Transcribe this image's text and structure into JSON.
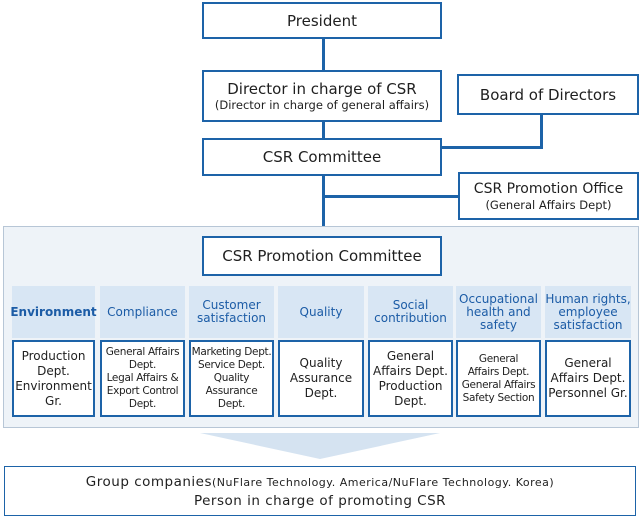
{
  "president": "President",
  "director": {
    "title": "Director in charge of CSR",
    "subtitle": "(Director in charge of general affairs)"
  },
  "board": "Board of Directors",
  "committee": "CSR Committee",
  "office": {
    "title": "CSR Promotion Office",
    "subtitle": "(General Affairs Dept)"
  },
  "promotion_committee": "CSR Promotion Committee",
  "columns": [
    {
      "category": [
        "Environment"
      ],
      "departments": [
        "Production",
        "Dept.",
        "Environment",
        "Gr."
      ]
    },
    {
      "category": [
        "Compliance"
      ],
      "departments": [
        "General Affairs",
        "Dept.",
        "Legal Affairs &",
        "Export Control",
        "Dept."
      ]
    },
    {
      "category": [
        "Customer",
        "satisfaction"
      ],
      "departments": [
        "Marketing Dept.",
        "Service Dept.",
        "Quality",
        "Assurance Dept."
      ]
    },
    {
      "category": [
        "Quality"
      ],
      "departments": [
        "Quality",
        "Assurance",
        "Dept."
      ]
    },
    {
      "category": [
        "Social",
        "contribution"
      ],
      "departments": [
        "General",
        "Affairs Dept.",
        "Production",
        "Dept."
      ]
    },
    {
      "category": [
        "Occupational",
        "health and",
        "safety"
      ],
      "departments": [
        "General",
        "Affairs Dept.",
        "General Affairs",
        "Safety Section"
      ]
    },
    {
      "category": [
        "Human rights,",
        "employee",
        "satisfaction"
      ],
      "departments": [
        "General",
        "Affairs Dept.",
        "Personnel Gr."
      ]
    }
  ],
  "group": {
    "line1_main": "Group companies",
    "line1_paren": "(NuFlare Technology. America/NuFlare Technology. Korea)",
    "line2": "Person in charge of promoting CSR"
  },
  "colors": {
    "accent": "#1d63a8",
    "category_bg": "#d8e6f4",
    "panel_bg": "#eef3f8",
    "arrow": "#d5e3f1"
  }
}
